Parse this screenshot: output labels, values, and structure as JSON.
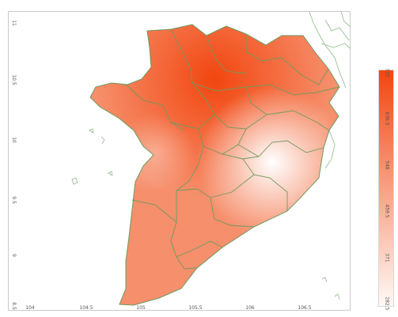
{
  "map": {
    "x_ticks": [
      "104",
      "104.5",
      "105",
      "105.5",
      "106",
      "106.5"
    ],
    "y_ticks": [
      "11",
      "10.5",
      "10",
      "9.5",
      "9",
      "8.5"
    ]
  },
  "colorbar": {
    "labels": [
      "725",
      "636.5",
      "548",
      "459.5",
      "371",
      "282.5"
    ],
    "color_high": "#f2460f",
    "color_low": "#fff9f6"
  },
  "colors": {
    "boundary": "#6f9a5f",
    "neighbor_lines": "#8fb88a"
  }
}
